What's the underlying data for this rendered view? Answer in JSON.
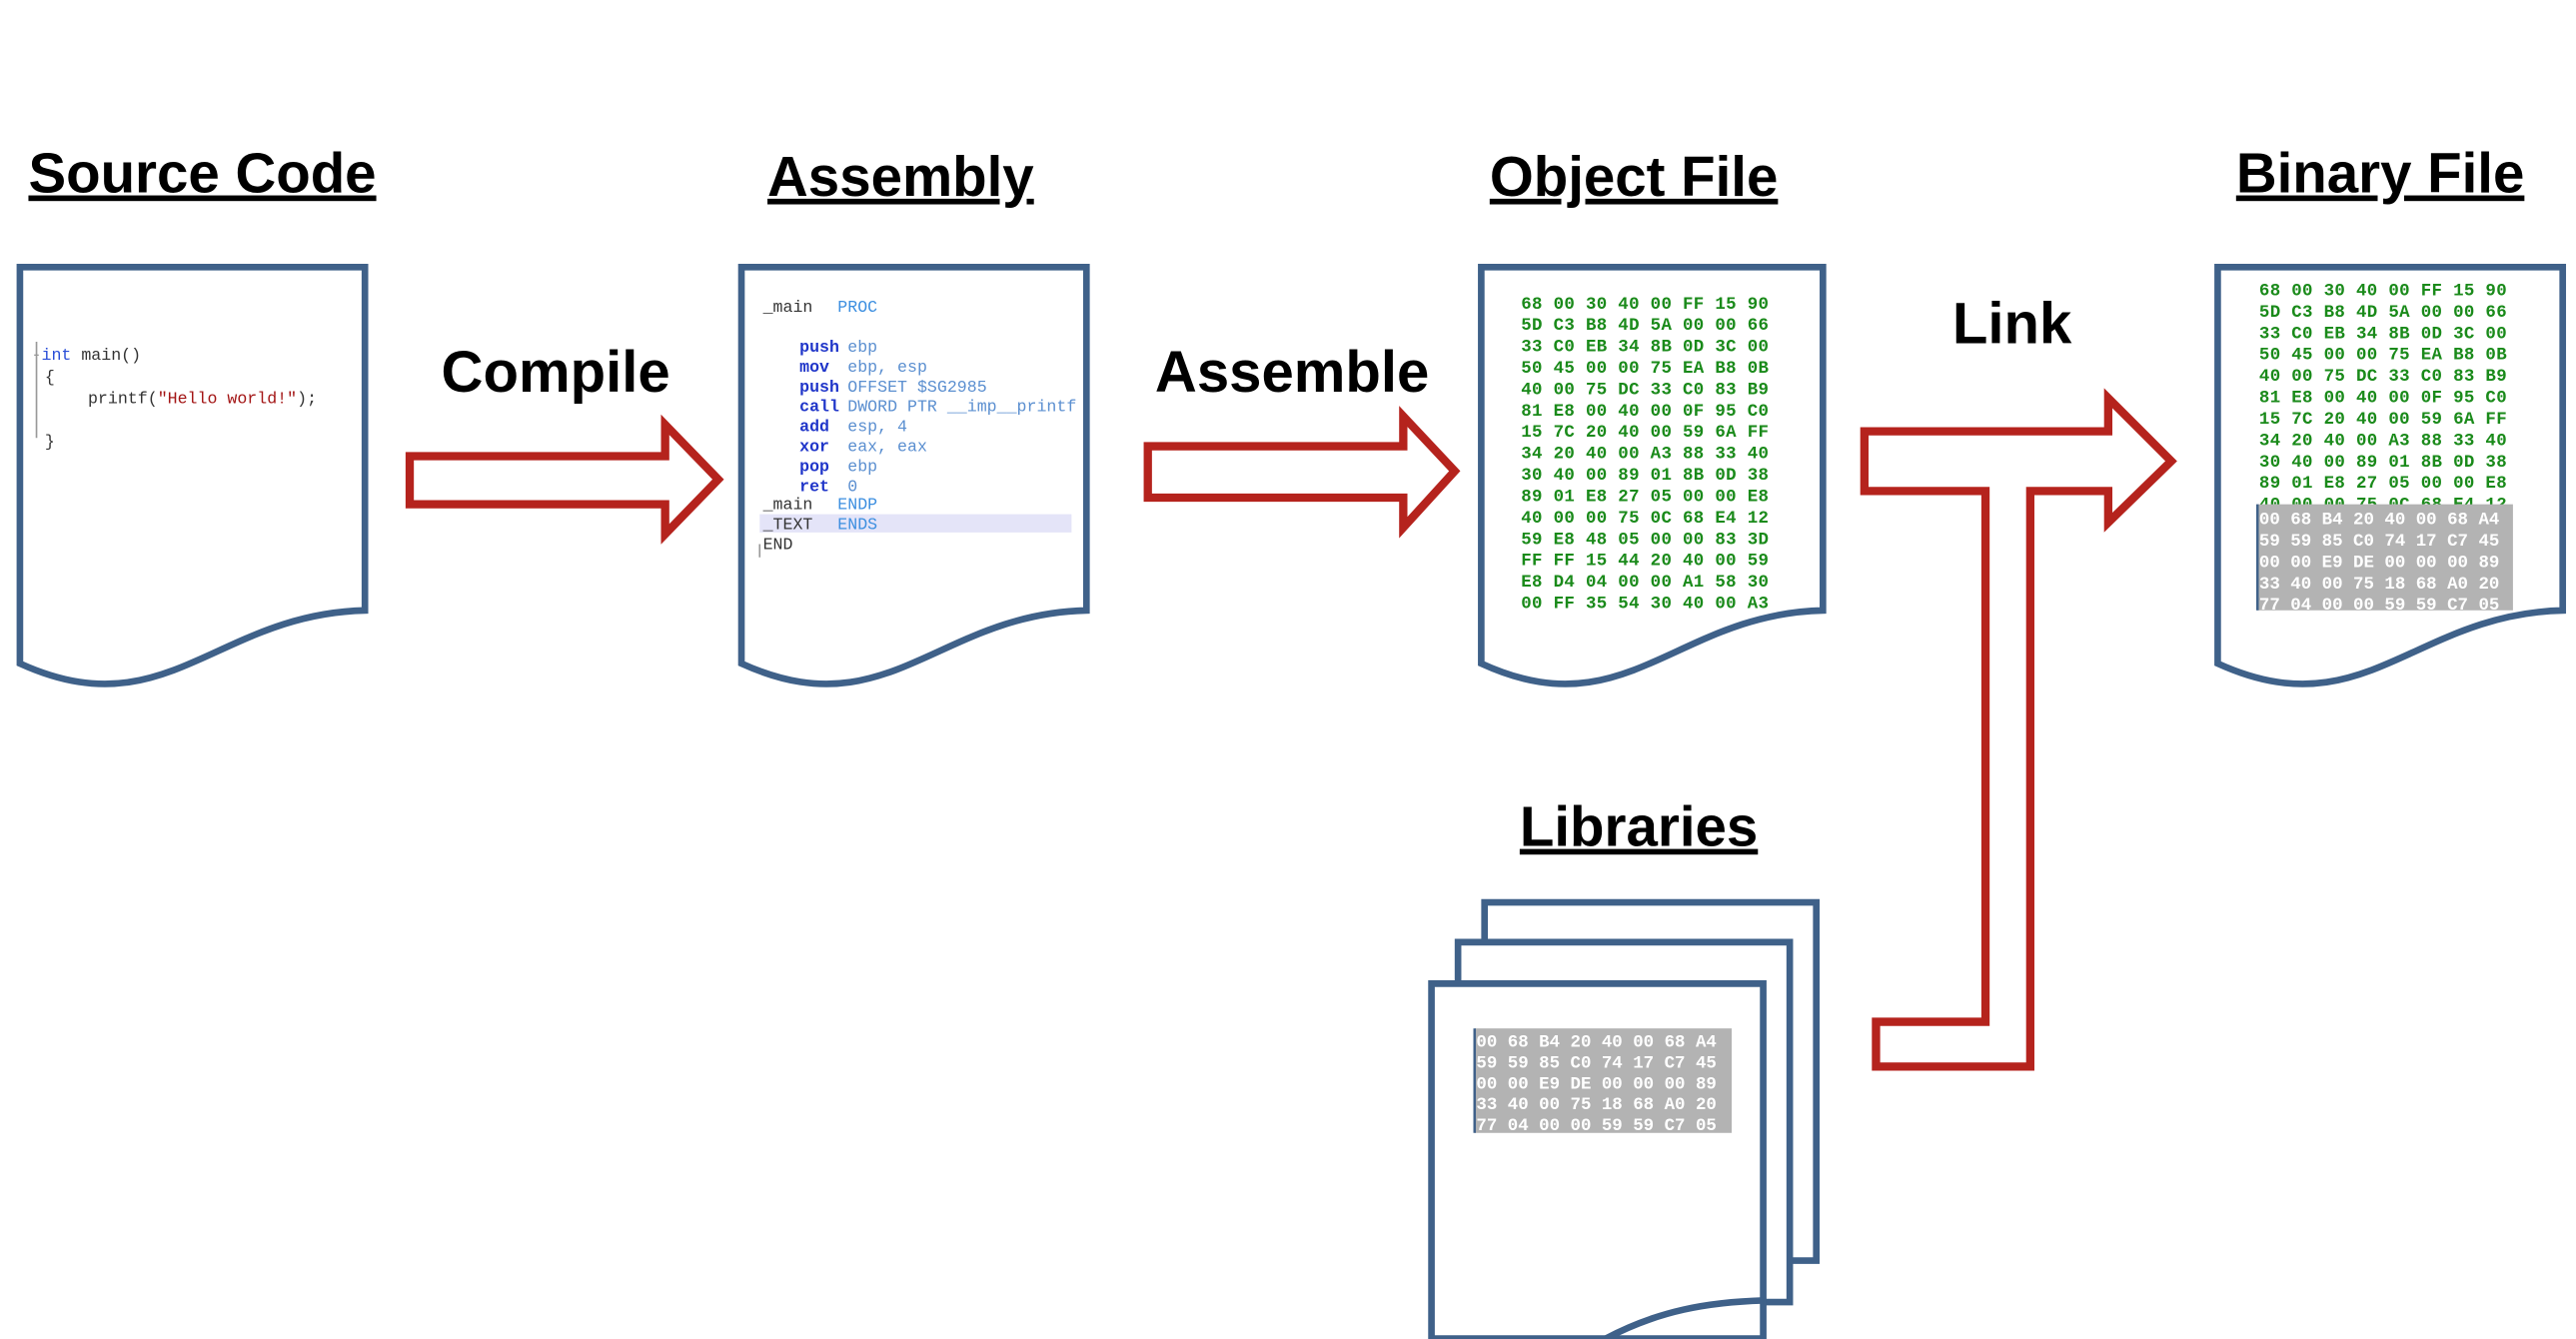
{
  "stages": {
    "source": {
      "heading": "Source Code"
    },
    "assembly": {
      "heading": "Assembly"
    },
    "object": {
      "heading": "Object File"
    },
    "binary": {
      "heading": "Binary File"
    },
    "libraries": {
      "heading": "Libraries"
    }
  },
  "steps": {
    "compile": "Compile",
    "assemble": "Assemble",
    "link": "Link"
  },
  "source_code": {
    "line1_kw": "int",
    "line1_rest": " main()",
    "line2": "{",
    "line3_fn": "printf(",
    "line3_str": "\"Hello world!\"",
    "line3_end": ");",
    "line4": "}"
  },
  "assembly_code": [
    {
      "label": "_main",
      "op": "",
      "args": "PROC"
    },
    {
      "label": "",
      "op": "push",
      "args": "ebp"
    },
    {
      "label": "",
      "op": "mov",
      "args": "ebp, esp"
    },
    {
      "label": "",
      "op": "push",
      "args": "OFFSET $SG2985"
    },
    {
      "label": "",
      "op": "call",
      "args": "DWORD PTR __imp__printf"
    },
    {
      "label": "",
      "op": "add",
      "args": "esp, 4"
    },
    {
      "label": "",
      "op": "xor",
      "args": "eax, eax"
    },
    {
      "label": "",
      "op": "pop",
      "args": "ebp"
    },
    {
      "label": "",
      "op": "ret",
      "args": "0"
    },
    {
      "label": "_main",
      "op": "",
      "args": "ENDP"
    },
    {
      "label": "_TEXT",
      "op": "",
      "args": "ENDS"
    },
    {
      "label": "END",
      "op": "",
      "args": ""
    }
  ],
  "object_hex": [
    "68 00 30 40 00 FF 15 90",
    "5D C3 B8 4D 5A 00 00 66",
    "33 C0 EB 34 8B 0D 3C 00",
    "50 45 00 00 75 EA B8 0B",
    "40 00 75 DC 33 C0 83 B9",
    "81 E8 00 40 00 0F 95 C0",
    "15 7C 20 40 00 59 6A FF",
    "34 20 40 00 A3 88 33 40",
    "30 40 00 89 01 8B 0D 38",
    "89 01 E8 27 05 00 00 E8",
    "40 00 00 75 0C 68 E4 12",
    "59 E8 48 05 00 00 83 3D",
    "FF FF 15 44 20 40 00 59",
    "E8 D4 04 00 00 A1 58 30",
    "00 FF 35 54 30 40 00 A3"
  ],
  "library_hex": [
    "00 68 B4 20 40 00 68 A4",
    "59 59 85 C0 74 17 C7 45",
    "00 00 E9 DE 00 00 00 89",
    "33 40 00 75 18 68 A0 20",
    "77 04 00 00 59 59 C7 05"
  ],
  "colors": {
    "doc_border": "#3f6189",
    "arrow": "#b5231d",
    "hex_text": "#1a8a1a",
    "highlight": "#b3b3b3"
  }
}
